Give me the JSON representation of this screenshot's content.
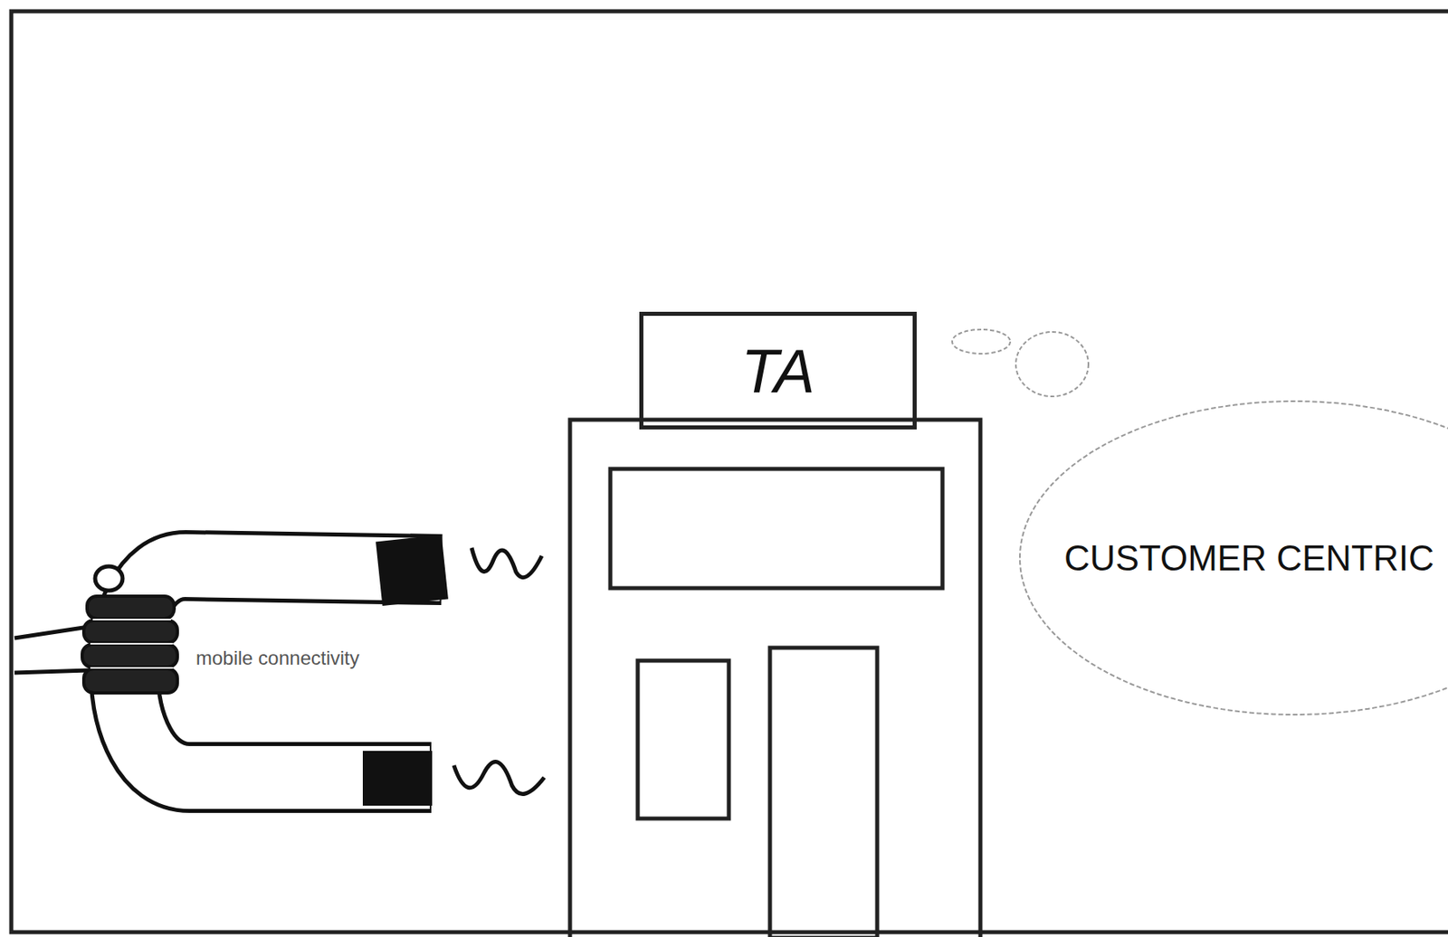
{
  "diagram": {
    "nodes": [
      {
        "text": [
          "TA"
        ]
      },
      {
        "text": [
          "CUSTOMER CENTRIC"
        ]
      }
    ],
    "labels": [
      "mobile connectivity"
    ]
  }
}
